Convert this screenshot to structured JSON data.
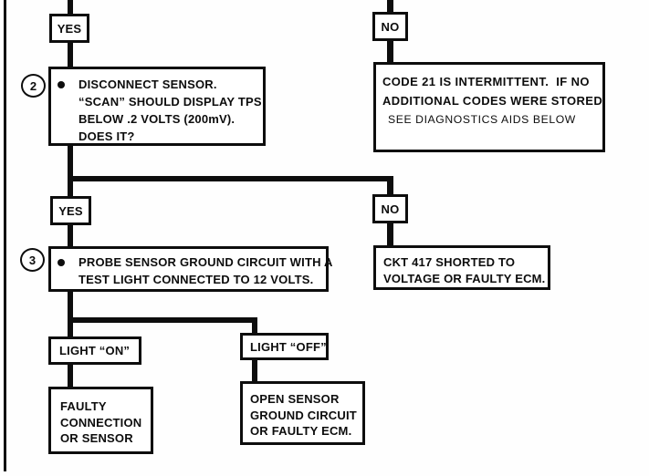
{
  "colors": {
    "ink": "#0d0d0d",
    "paper": "#fefefe"
  },
  "flowchart": {
    "branch1": {
      "yes": "YES",
      "no": "NO"
    },
    "step2": {
      "number": "2",
      "line1": "DISCONNECT SENSOR.",
      "line2": "“SCAN” SHOULD DISPLAY TPS",
      "line3": "BELOW .2 VOLTS (200mV).",
      "line4": "DOES IT?"
    },
    "code21": {
      "line1": "CODE 21 IS INTERMITTENT.  IF NO",
      "line2": "ADDITIONAL CODES WERE STORED,",
      "line3": "SEE DIAGNOSTICS AIDS BELOW"
    },
    "branch2": {
      "yes": "YES",
      "no": "NO"
    },
    "step3": {
      "number": "3",
      "line1": "PROBE SENSOR GROUND CIRCUIT WITH A",
      "line2": "TEST LIGHT CONNECTED TO 12 VOLTS."
    },
    "ckt417": {
      "line1": "CKT 417 SHORTED TO",
      "line2": "VOLTAGE OR FAULTY ECM."
    },
    "branch3": {
      "on": "LIGHT “ON”",
      "off": "LIGHT “OFF”"
    },
    "faultyConnection": {
      "line1": "FAULTY",
      "line2": "CONNECTION",
      "line3": "OR SENSOR"
    },
    "openGround": {
      "line1": "OPEN SENSOR",
      "line2": "GROUND CIRCUIT",
      "line3": "OR FAULTY ECM."
    }
  }
}
